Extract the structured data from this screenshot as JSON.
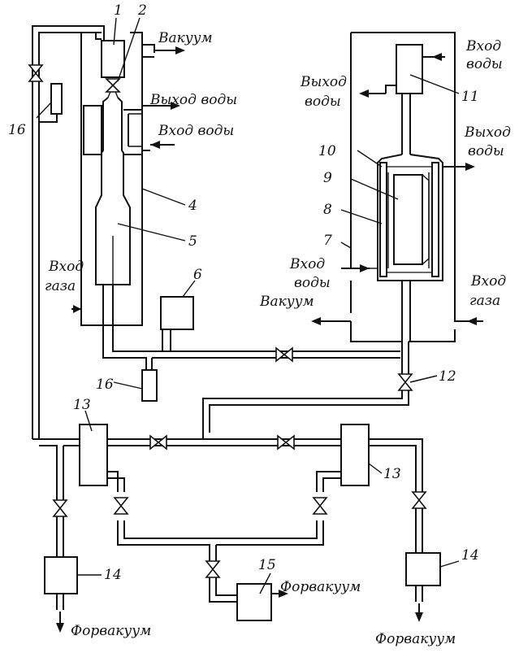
{
  "labels": {
    "vacuum_top": "Вакуум",
    "water_out_left": "Выход воды",
    "water_in_left": "Вход воды",
    "gas_in_left_1": "Вход",
    "gas_in_left_2": "газа",
    "water_in_right_top": "Вход",
    "water_in_right_top_2": "воды",
    "water_out_right_top_1": "Выход",
    "water_out_right_top_2": "воды",
    "water_out_right_mid_1": "Выход",
    "water_out_right_mid_2": "воды",
    "water_in_right_low_1": "Вход",
    "water_in_right_low_2": "воды",
    "vacuum_right": "Вакуум",
    "gas_in_right_1": "Вход",
    "gas_in_right_2": "газа",
    "forevac_center": "Форвакуум",
    "forevac_left": "Форвакуум",
    "forevac_right": "Форвакуум"
  },
  "numbers": {
    "n1": "1",
    "n2": "2",
    "n4": "4",
    "n5": "5",
    "n6": "6",
    "n7": "7",
    "n8": "8",
    "n9": "9",
    "n10": "10",
    "n11": "11",
    "n12": "12",
    "n13a": "13",
    "n13b": "13",
    "n14a": "14",
    "n14b": "14",
    "n15": "15",
    "n16a": "16",
    "n16b": "16"
  }
}
